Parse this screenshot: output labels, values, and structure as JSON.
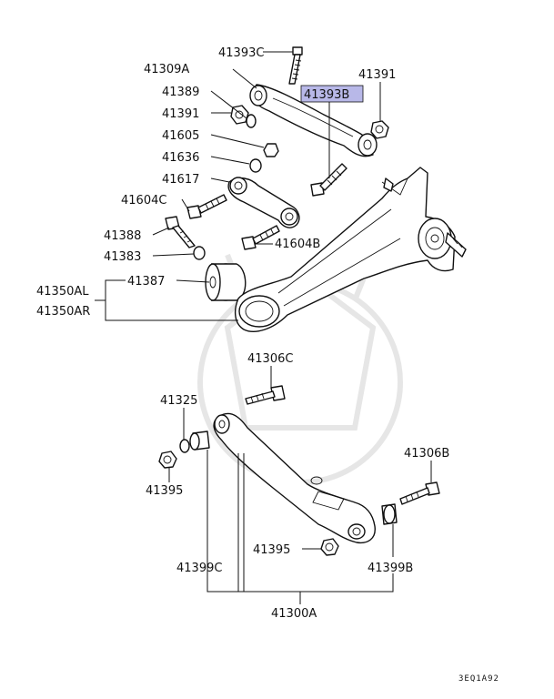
{
  "highlight_color": "#b8b8e8",
  "labels": {
    "p41393C": "41393C",
    "p41309A": "41309A",
    "p41391a": "41391",
    "p41393B": "41393B",
    "p41389": "41389",
    "p41391b": "41391",
    "p41605": "41605",
    "p41636": "41636",
    "p41617": "41617",
    "p41604C": "41604C",
    "p41388": "41388",
    "p41604B": "41604B",
    "p41383": "41383",
    "p41387": "41387",
    "p41350AL": "41350AL",
    "p41350AR": "41350AR",
    "p41306C": "41306C",
    "p41325": "41325",
    "p41395a": "41395",
    "p41306B": "41306B",
    "p41395b": "41395",
    "p41399C": "41399C",
    "p41399B": "41399B",
    "p41300A": "41300A"
  },
  "diagram_code": "3EQ1A92"
}
